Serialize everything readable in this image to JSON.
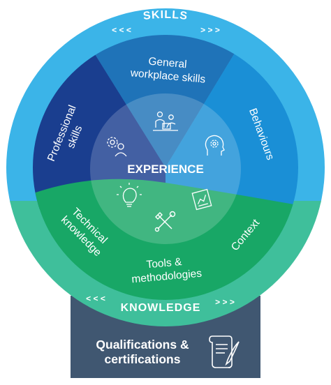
{
  "ring": {
    "skills": "SKILLS",
    "knowledge": "KNOWLEDGE",
    "left_chevrons": "< < <",
    "right_chevrons": "> > >"
  },
  "center": {
    "label": "EXPERIENCE"
  },
  "segments": {
    "general_line1": "General",
    "general_line2": "workplace skills",
    "professional_line1": "Professional",
    "professional_line2": "skills",
    "behaviours": "Behaviours",
    "technical_line1": "Technical",
    "technical_line2": "knowledge",
    "tools_line1": "Tools &",
    "tools_line2": "methodologies",
    "context": "Context"
  },
  "footer": {
    "line1": "Qualifications &",
    "line2": "certifications"
  },
  "colors": {
    "ring_blue": "#3bb4e8",
    "ring_teal": "#3fbf9b",
    "general": "#1f73b8",
    "professional": "#1a3e8f",
    "behaviours": "#1a8fd6",
    "lower_green": "#18a766",
    "footer_box": "#405771"
  },
  "icons": [
    "people-desk-icon",
    "gear-person-icon",
    "head-gear-icon",
    "lightbulb-icon",
    "tools-icon",
    "chart-document-icon",
    "scroll-quill-icon"
  ]
}
